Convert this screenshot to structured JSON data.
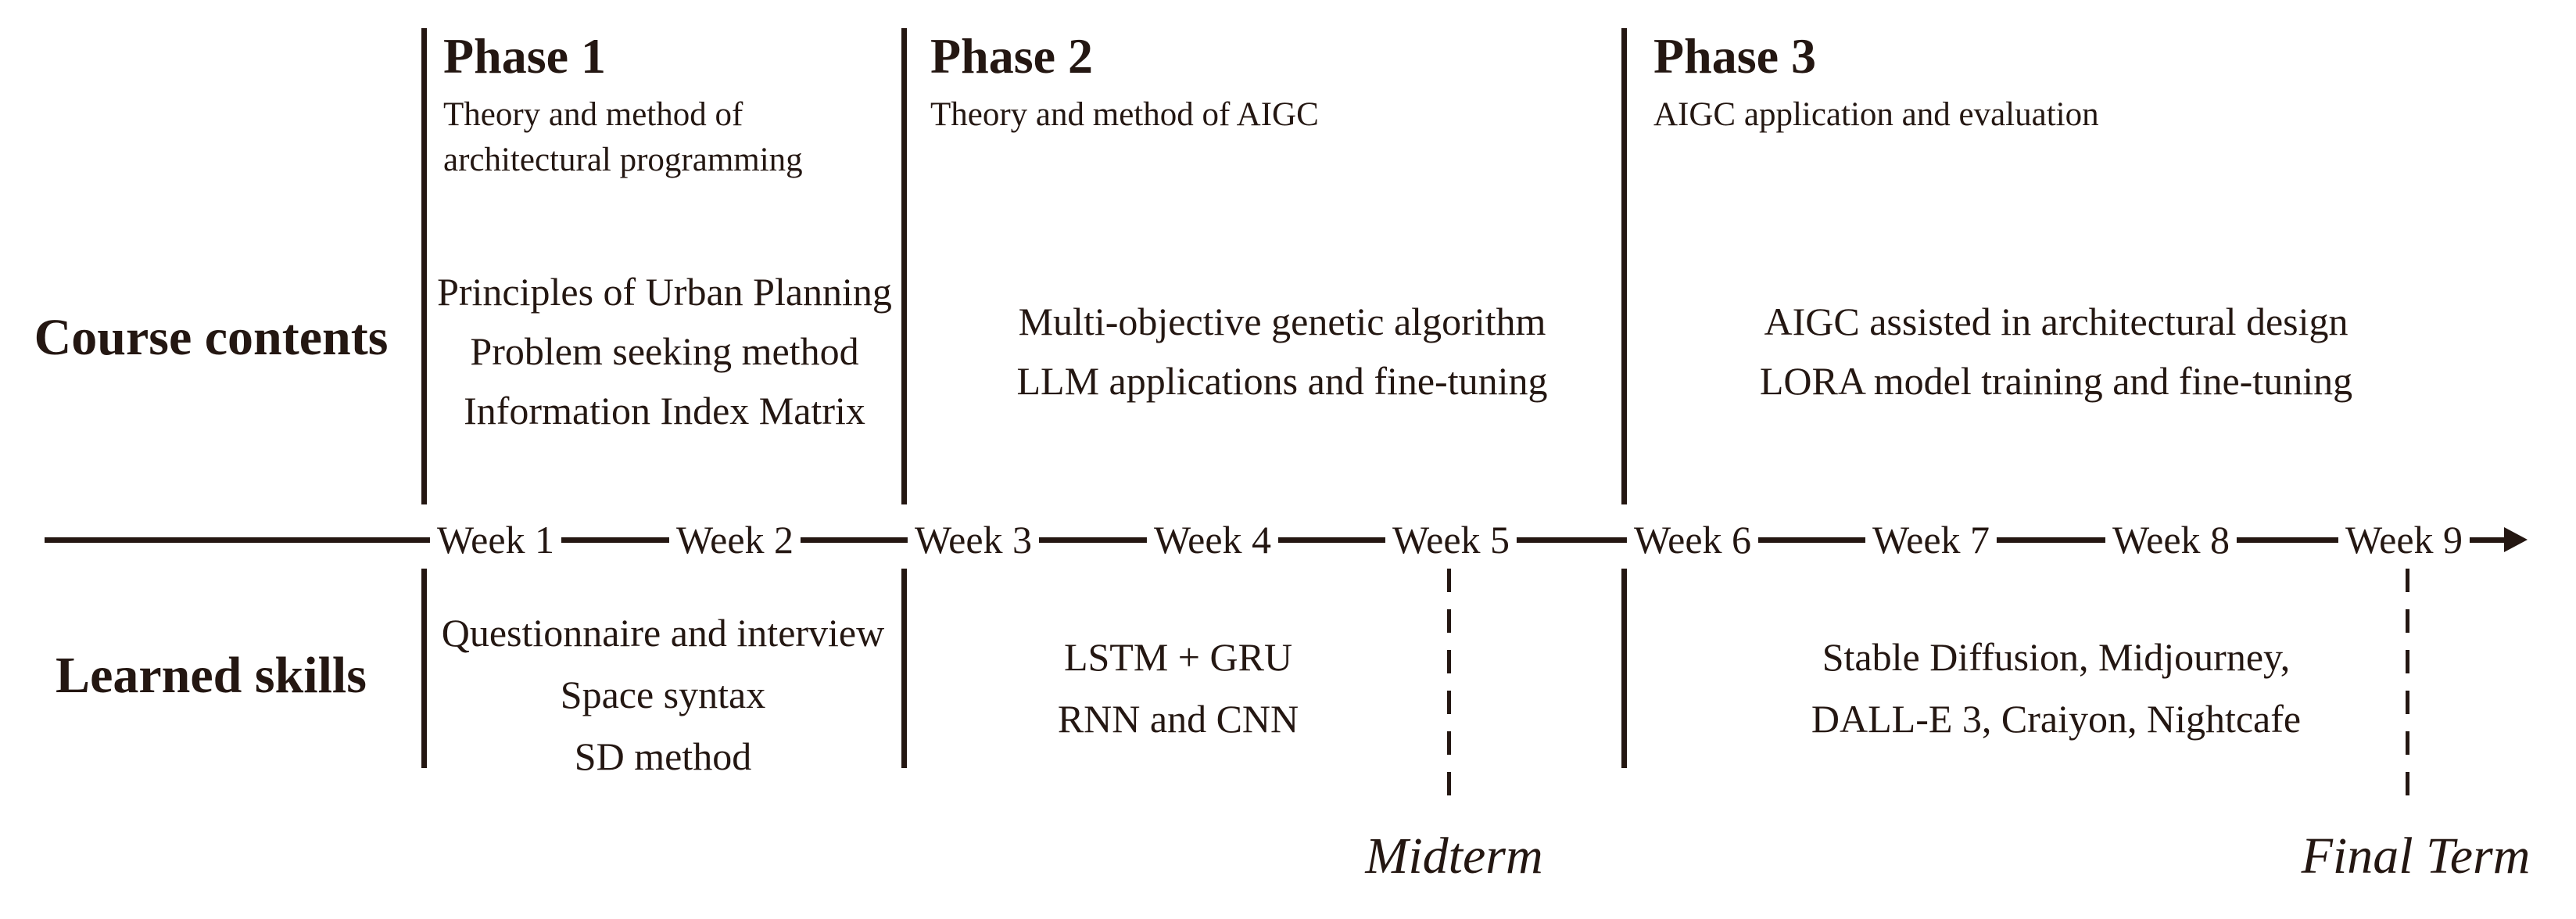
{
  "colors": {
    "ink": "#241712",
    "background": "#ffffff"
  },
  "row_labels": {
    "course_contents": "Course contents",
    "learned_skills": "Learned skills"
  },
  "phases": [
    {
      "title": "Phase 1",
      "description_lines": [
        "Theory and method of",
        "architectural programming"
      ],
      "contents": [
        "Principles of Urban Planning",
        "Problem seeking method",
        "Information Index Matrix"
      ],
      "skills": [
        "Questionnaire and interview",
        "Space syntax",
        "SD method"
      ]
    },
    {
      "title": "Phase 2",
      "description_lines": [
        "Theory and method of AIGC"
      ],
      "contents": [
        "Multi-objective genetic algorithm",
        "LLM applications and fine-tuning"
      ],
      "skills": [
        "LSTM + GRU",
        "RNN and CNN"
      ]
    },
    {
      "title": "Phase 3",
      "description_lines": [
        "AIGC application and evaluation"
      ],
      "contents": [
        "AIGC assisted in architectural design",
        "LORA model training and fine-tuning"
      ],
      "skills": [
        "Stable Diffusion, Midjourney,",
        "DALL-E 3, Craiyon, Nightcafe"
      ]
    }
  ],
  "timeline": {
    "weeks": [
      "Week 1",
      "Week 2",
      "Week 3",
      "Week 4",
      "Week 5",
      "Week 6",
      "Week 7",
      "Week 8",
      "Week 9"
    ],
    "milestones": [
      {
        "label": "Midterm",
        "at_week": "Week 5"
      },
      {
        "label": "Final Term",
        "at_week": "Week 9"
      }
    ]
  }
}
